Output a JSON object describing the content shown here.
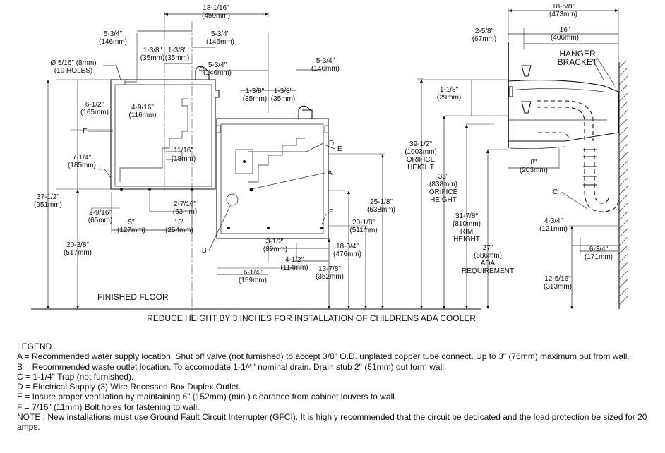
{
  "dimensions": {
    "width_overall": [
      "18-1/16\"",
      "(459mm)"
    ],
    "left_offset": [
      "5-3/4\"",
      "(146mm)"
    ],
    "right_offset_top": [
      "5-3/4\"",
      "(146mm)"
    ],
    "orifice_gap_left": [
      "1-3/8\"",
      "(35mm)"
    ],
    "orifice_gap_right": [
      "1-3/8\"",
      "(35mm)"
    ],
    "holes": [
      "Ø 5/16\" (8mm)",
      "(10 HOLES)"
    ],
    "right_offset_mid": [
      "5-3/4\"",
      "(146mm)"
    ],
    "lower_offset_far": [
      "5-3/4\"",
      "(146mm)"
    ],
    "lower_orifice_left": [
      "1-3/8\"",
      "(35mm)"
    ],
    "lower_orifice_right": [
      "1-3/8\"",
      "(35mm)"
    ],
    "top_drop": [
      "6-1/2\"",
      "(165mm)"
    ],
    "upper_width": [
      "4-9/16\"",
      "(116mm)"
    ],
    "mid_drop": [
      "7-1/4\"",
      "(185mm)"
    ],
    "step": [
      "11/16\"",
      "(18mm)"
    ],
    "overall_height": [
      "37-1/2\"",
      "(951mm)"
    ],
    "side_a": [
      "2-9/16\"",
      "(65mm)"
    ],
    "hole_span": [
      "2-7/16\"",
      "(63mm)"
    ],
    "span_5": [
      "5\"",
      "(127mm)"
    ],
    "span_10": [
      "10\"",
      "(254mm)"
    ],
    "base_height": [
      "20-3/8\"",
      "(517mm)"
    ],
    "supply_height": [
      "25-1/8\"",
      "(638mm)"
    ],
    "bolt_height": [
      "20-1/8\"",
      "(511mm)"
    ],
    "supply_offset": [
      "3-1/2\"",
      "(89mm)"
    ],
    "waste_height": [
      "18-3/4\"",
      "(476mm)"
    ],
    "supply_offset_b": [
      "4-1/2\"",
      "(114mm)"
    ],
    "waste_offset": [
      "6-1/4\"",
      "(159mm)"
    ],
    "lower_height": [
      "13-7/8\"",
      "(352mm)"
    ],
    "orifice_39": [
      "39-1/2\"",
      "(1003mm)",
      "ORIFICE",
      "HEIGHT"
    ],
    "orifice_33": [
      "33\"",
      "(838mm)",
      "ORIFICE",
      "HEIGHT"
    ],
    "rim_height": [
      "31-7/8\"",
      "(810mm)",
      "RIM",
      "HEIGHT"
    ],
    "ada_req": [
      "27\"",
      "(686mm)",
      "ADA",
      "REQUIREMENT"
    ],
    "rim_drop": [
      "1-1/8\"",
      "(29mm)"
    ],
    "side_depth": [
      "18-5/8\"",
      "(473mm)"
    ],
    "side_front": [
      "2-5/8\"",
      "(67mm)"
    ],
    "side_16": [
      "16\"",
      "(406mm)"
    ],
    "side_8": [
      "8\"",
      "(203mm)"
    ],
    "wall_4": [
      "4-3/4\"",
      "(121mm)"
    ],
    "wall_6": [
      "6-3/4\"",
      "(171mm)"
    ],
    "floor_12": [
      "12-5/16\"",
      "(313mm)"
    ]
  },
  "callouts": {
    "hanger": [
      "HANGER",
      "BRACKET"
    ],
    "a": "A",
    "b": "B",
    "c": "C",
    "d": "D",
    "e": "E",
    "e2": "E",
    "f": "F",
    "f2": "F"
  },
  "floor_label": "FINISHED FLOOR",
  "reduce_note": "REDUCE HEIGHT BY 3 INCHES FOR INSTALLATION OF CHILDRENS ADA COOLER",
  "legend": {
    "title": "LEGEND",
    "items": [
      "A = Recommended water supply location. Shut off valve (not furnished) to accept 3/8\" O.D. unplated copper tube connect. Up to 3\" (76mm) maximum out from wall.",
      "B = Recommended waste outlet location. To accomodate 1-1/4\" nominal drain. Drain stub 2\" (51mm) out form wall.",
      "C = 1-1/4\" Trap (not furnished).",
      "D = Electrical Supply (3) Wire Recessed Box Duplex Outlet.",
      "E = Insure proper ventilation by maintaining 6\" (152mm) (min.) clearance from cabinet louvers to wall.",
      "F = 7/16\" (11mm) Bolt holes for fastening to wall."
    ],
    "note": "NOTE : New installations must use Ground Fault Circuit Interrupter (GFCI). It is highly recommended that the circuit be dedicated and the load protection be sized for 20 amps."
  }
}
